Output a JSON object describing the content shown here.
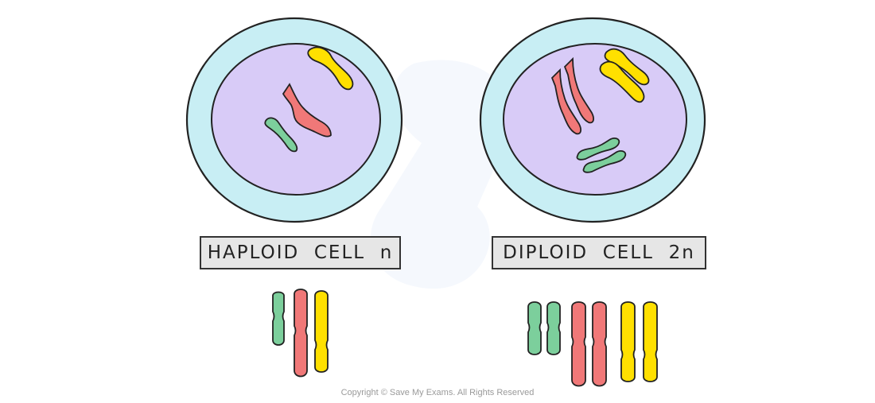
{
  "labels": {
    "haploid": "HAPLOID  CELL  n",
    "diploid": "DIPLOID  CELL  2n"
  },
  "copyright": "Copyright © Save My Exams. All Rights Reserved",
  "colors": {
    "cytoplasm": "#c8eef4",
    "nucleus": "#d8cbf7",
    "outline": "#222222",
    "chromosome_green": "#7ccf9c",
    "chromosome_red": "#f07878",
    "chromosome_yellow": "#ffe000",
    "label_fill": "#e6e6e6"
  },
  "cells": [
    {
      "id": "haploid",
      "chromosomes": [
        "yellow",
        "red",
        "green"
      ]
    },
    {
      "id": "diploid",
      "chromosomes": [
        "red",
        "red",
        "yellow",
        "yellow",
        "green",
        "green"
      ]
    }
  ],
  "karyotypes": {
    "haploid": [
      "green",
      "red",
      "yellow"
    ],
    "diploid": [
      "green",
      "green",
      "red",
      "red",
      "yellow",
      "yellow"
    ]
  }
}
